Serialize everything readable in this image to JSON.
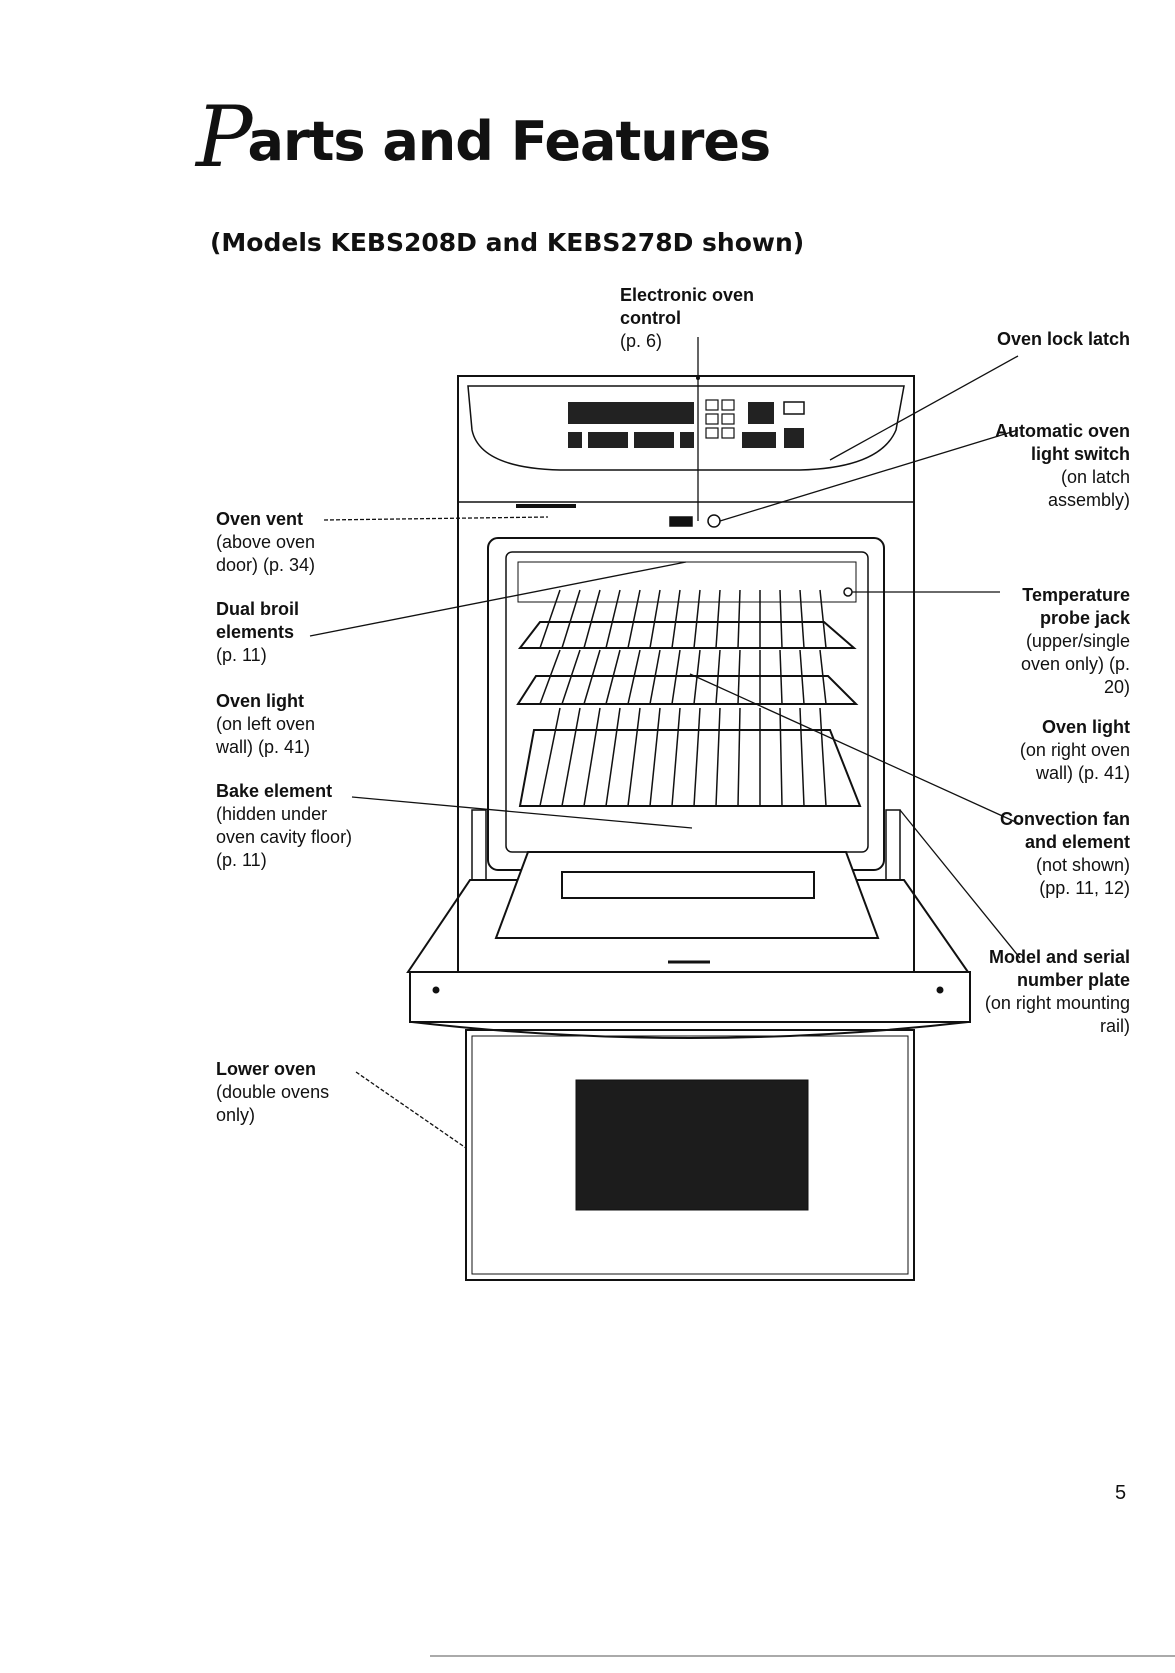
{
  "title": {
    "initial": "P",
    "rest": "arts and Features"
  },
  "subtitle": "(Models KEBS208D and KEBS278D shown)",
  "callouts": {
    "electronic_oven_control": {
      "title": "Electronic oven control",
      "detail": "(p. 6)"
    },
    "oven_lock_latch": {
      "title": "Oven lock latch",
      "detail": ""
    },
    "automatic_oven_light_switch": {
      "title": "Automatic oven light switch",
      "detail": "(on latch assembly)"
    },
    "oven_vent": {
      "title": "Oven vent",
      "detail": "(above oven door) (p. 34)"
    },
    "dual_broil_elements": {
      "title": "Dual broil elements",
      "detail": "(p. 11)"
    },
    "oven_light_left": {
      "title": "Oven light",
      "detail": "(on left oven wall) (p. 41)"
    },
    "bake_element": {
      "title": "Bake element",
      "detail": "(hidden under oven cavity floor) (p. 11)"
    },
    "temperature_probe_jack": {
      "title": "Temperature probe jack",
      "detail": "(upper/single oven only) (p. 20)"
    },
    "oven_light_right": {
      "title": "Oven light",
      "detail": "(on right oven wall) (p. 41)"
    },
    "convection_fan": {
      "title": "Convection fan and element",
      "detail": "(not shown) (pp. 11, 12)"
    },
    "model_serial_plate": {
      "title": "Model and serial number plate",
      "detail": "(on right mounting rail)"
    },
    "lower_oven": {
      "title": "Lower oven",
      "detail": "(double ovens only)"
    }
  },
  "page_number": "5",
  "colors": {
    "ink": "#111111",
    "panel": "#222222",
    "paper": "#ffffff"
  }
}
